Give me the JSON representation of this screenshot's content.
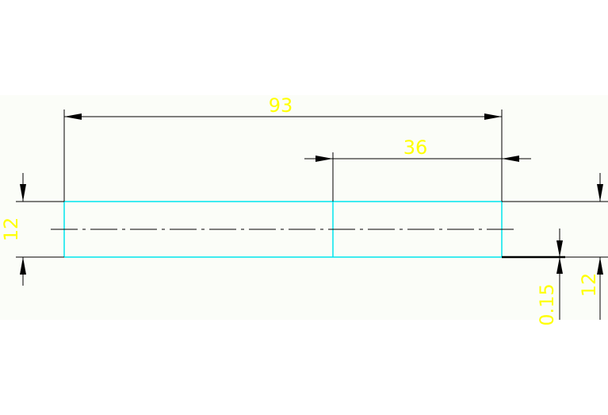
{
  "drawing": {
    "colors": {
      "background": "#ffffff",
      "sheet": "#fbfdf8",
      "dimension_line": "#000000",
      "dimension_text": "#ffff00",
      "part_outline": "#00e5ee",
      "centerline": "#000000"
    },
    "dimensions": {
      "overall_length": "93",
      "section_length": "36",
      "left_height": "12",
      "right_height": "12",
      "step": "0.15"
    }
  }
}
